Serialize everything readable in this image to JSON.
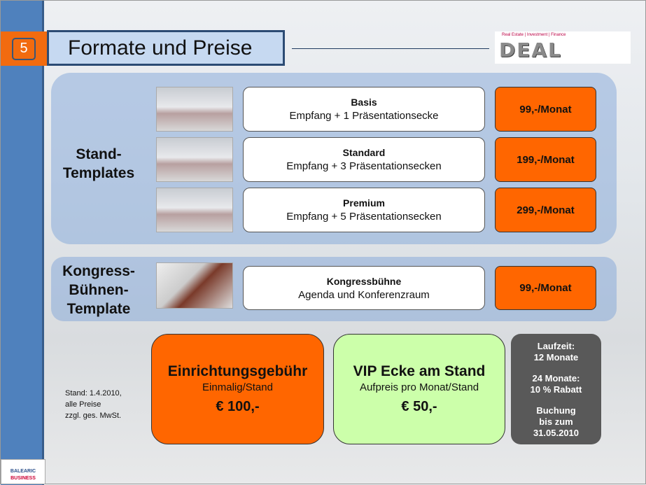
{
  "slide": {
    "number": "5",
    "title": "Formate und Preise"
  },
  "logo": {
    "tagline": "Real Estate | Investment | Finance",
    "name": "DEAL"
  },
  "stand_templates": {
    "label": "Stand-\nTemplates",
    "label_lines": [
      "Stand-",
      "Templates"
    ],
    "items": [
      {
        "name": "Basis",
        "desc": "Empfang + 1 Präsentationsecke",
        "price": "99,-/Monat"
      },
      {
        "name": "Standard",
        "desc": "Empfang + 3 Präsentationsecken",
        "price": "199,-/Monat"
      },
      {
        "name": "Premium",
        "desc": "Empfang + 5 Präsentationsecken",
        "price": "299,-/Monat"
      }
    ]
  },
  "kongress": {
    "label_lines": [
      "Kongress-",
      "Bühnen-",
      "Template"
    ],
    "name": "Kongressbühne",
    "desc": "Agenda und Konferenzraum",
    "price": "99,-/Monat"
  },
  "setup_fee": {
    "title": "Einrichtungsgebühr",
    "subtitle": "Einmalig/Stand",
    "price": "€ 100,-"
  },
  "vip": {
    "title": "VIP Ecke am Stand",
    "subtitle": "Aufpreis pro Monat/Stand",
    "price": "€ 50,-"
  },
  "terms": [
    "Laufzeit:",
    "12 Monate",
    "",
    "24 Monate:",
    "10 % Rabatt",
    "",
    "Buchung",
    "bis zum",
    "31.05.2010"
  ],
  "note": [
    "Stand: 1.4.2010,",
    "alle Preise",
    "zzgl. ges. MwSt."
  ],
  "footer_logo": [
    "BALEARIC",
    "BUSINESS"
  ],
  "colors": {
    "sidebar": "#4f81bd",
    "orange": "#ff6600",
    "green": "#ccffaa",
    "gray": "#595959"
  }
}
